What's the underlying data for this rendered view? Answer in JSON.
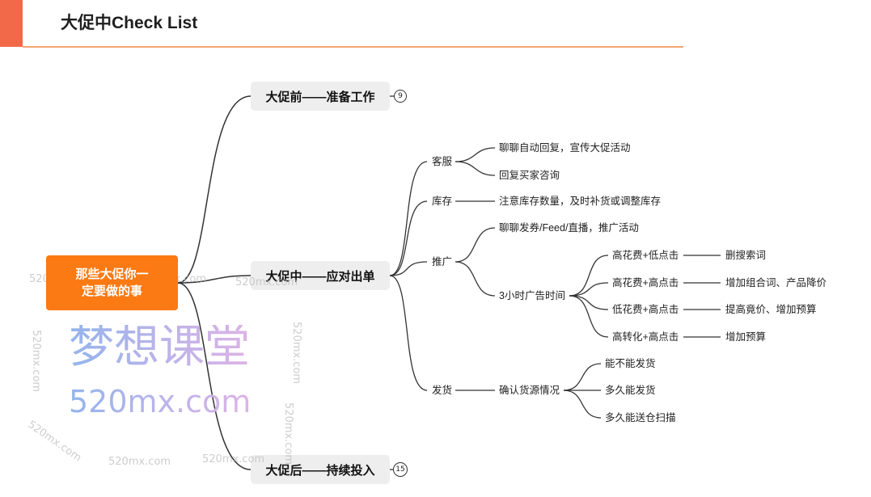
{
  "slide": {
    "title": "大促中Check List",
    "colors": {
      "accent": "#F2694A",
      "title_rule": "#F4A470",
      "root_fill": "#FB7A14",
      "branch_fill": "#EEEEEE",
      "line": "#333333",
      "watermark_from": "#94B4EC",
      "watermark_to": "#DDB3E6",
      "watermark_small": "#BDBDBD"
    }
  },
  "mindmap": {
    "root": "那些大促你一定要做的事",
    "branches": [
      {
        "label": "大促前——准备工作",
        "collapsed_count": "9"
      },
      {
        "label": "大促中——应对出单",
        "topics": [
          {
            "label": "客服",
            "items": [
              {
                "label": "聊聊自动回复，宣传大促活动"
              },
              {
                "label": "回复买家咨询"
              }
            ]
          },
          {
            "label": "库存",
            "items": [
              {
                "label": "注意库存数量，及时补货或调整库存"
              }
            ]
          },
          {
            "label": "推广",
            "items": [
              {
                "label": "聊聊发券/Feed/直播，推广活动"
              },
              {
                "label": "3小时广告时间",
                "cases": [
                  {
                    "condition": "高花费+低点击",
                    "action": "删搜索词"
                  },
                  {
                    "condition": "高花费+高点击",
                    "action": "增加组合词、产品降价"
                  },
                  {
                    "condition": "低花费+高点击",
                    "action": "提高竟价、增加预算"
                  },
                  {
                    "condition": "高转化+高点击",
                    "action": "增加预算"
                  }
                ]
              }
            ]
          },
          {
            "label": "发货",
            "items": [
              {
                "label": "确认货源情况",
                "checks": [
                  "能不能发货",
                  "多久能发货",
                  "多久能送仓扫描"
                ]
              }
            ]
          }
        ]
      },
      {
        "label": "大促后——持续投入",
        "collapsed_count": "15"
      }
    ]
  },
  "watermark": {
    "brand": "梦想课堂",
    "site": "520mx.com"
  }
}
